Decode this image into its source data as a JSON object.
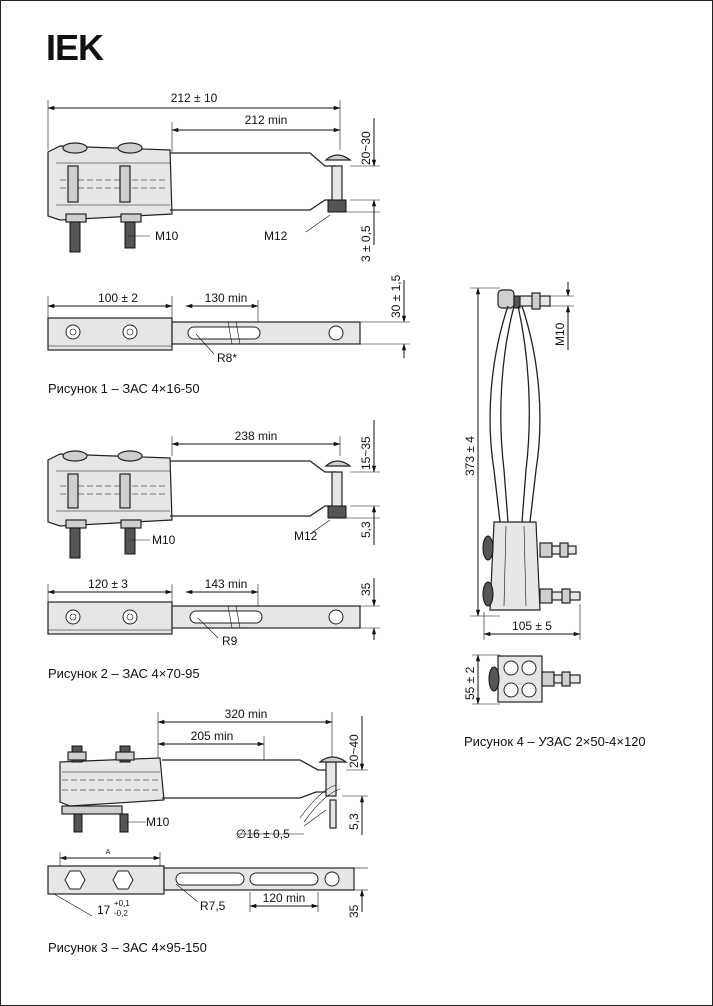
{
  "header": {
    "logo": "IEK"
  },
  "fig1": {
    "caption": "Рисунок 1 – ЗАС 4×16-50",
    "dims": {
      "overall": "212 ± 10",
      "strap_min": "212 min",
      "gap": "20~30",
      "thread_small": "M10",
      "thread_big": "M12",
      "offset": "3 ± 0,5",
      "width_plan": "100 ± 2",
      "slot_min": "130 min",
      "height_plan": "30 ± 1,5",
      "slot_radius": "R8*"
    }
  },
  "fig2": {
    "caption": "Рисунок 2 – ЗАС 4×70-95",
    "dims": {
      "strap_min": "238 min",
      "gap": "15~35",
      "thread_small": "M10",
      "thread_big": "M12",
      "offset": "5,3",
      "width_plan": "120 ± 3",
      "slot_min": "143 min",
      "height_plan": "35",
      "slot_radius": "R9"
    }
  },
  "fig3": {
    "caption": "Рисунок 3 – ЗАС 4×95-150",
    "dims": {
      "overall_min": "320 min",
      "strap_min": "205 min",
      "gap": "20~40",
      "thread_small": "M10",
      "offset": "5,3",
      "diameter": "∅16 ± 0,5",
      "a_mark": "A",
      "thickness": "17",
      "tol_plus": "+0,1",
      "tol_minus": "-0,2",
      "slot_radius": "R7,5",
      "slot_min": "120 min",
      "height_plan": "35"
    }
  },
  "fig4": {
    "caption": "Рисунок 4 – УЗАС 2×50-4×120",
    "dims": {
      "thread": "M10",
      "length": "373 ± 4",
      "width": "105 ± 5",
      "height": "55 ± 2"
    }
  }
}
